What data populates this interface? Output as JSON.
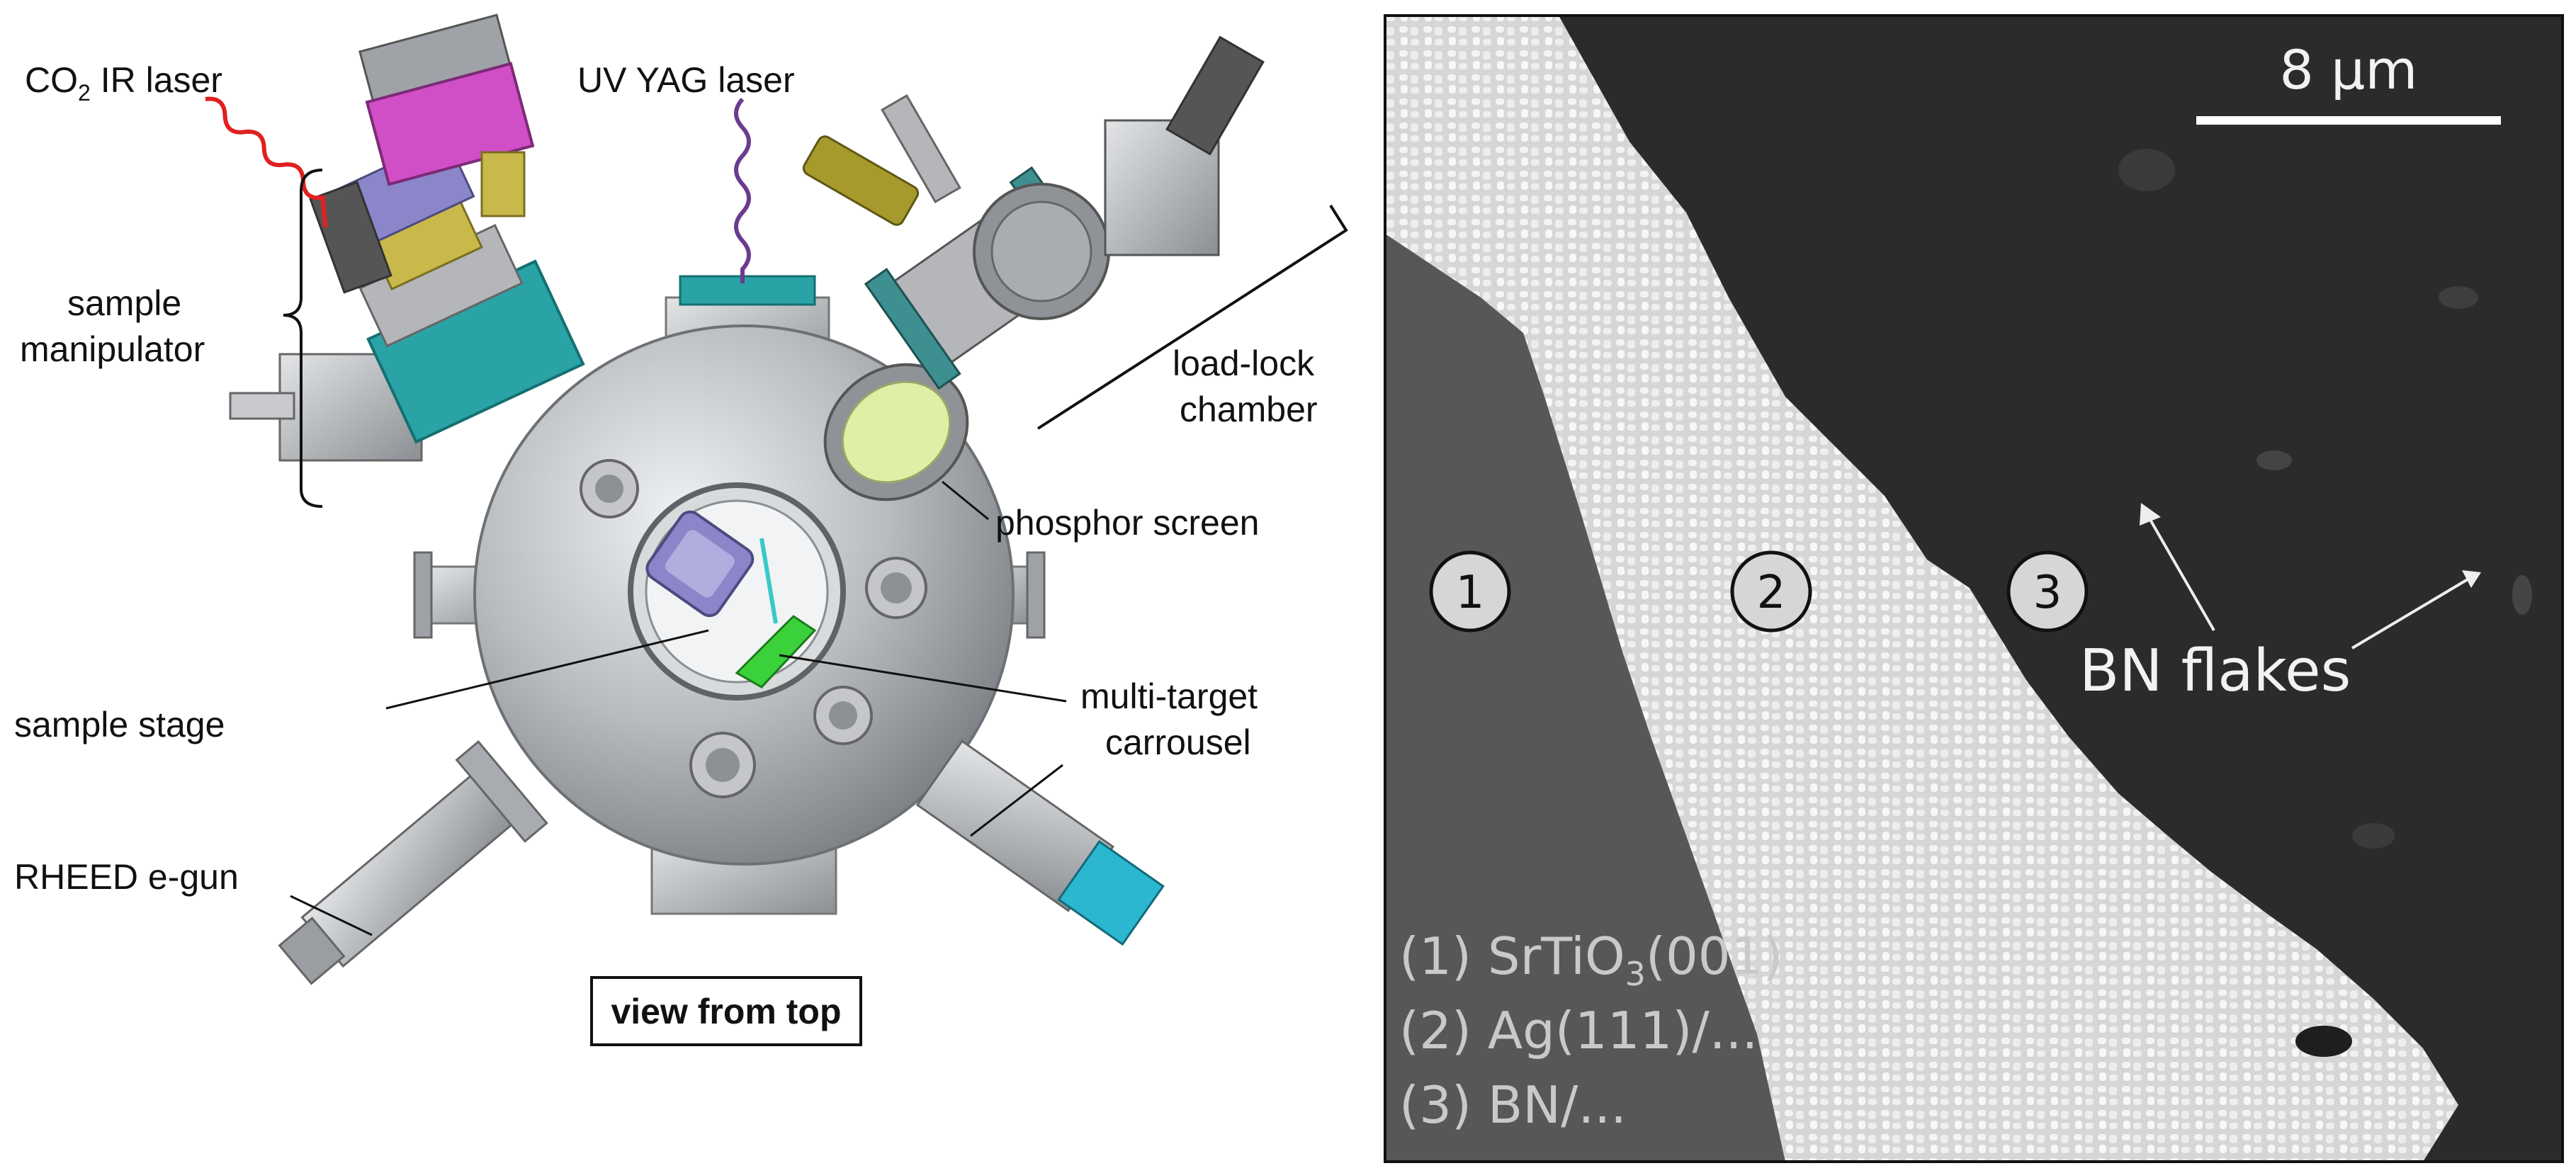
{
  "left_panel": {
    "labels": {
      "co2_laser_prefix": "CO",
      "co2_laser_sub": "2",
      "co2_laser_suffix": " IR laser",
      "uv_laser": "UV YAG laser",
      "sample_manipulator_1": "sample",
      "sample_manipulator_2": "manipulator",
      "load_lock_1": "load-lock",
      "load_lock_2": "chamber",
      "phosphor_screen": "phosphor screen",
      "sample_stage": "sample stage",
      "multi_target_1": "multi-target",
      "multi_target_2": "carrousel",
      "rheed": "RHEED e-gun",
      "view": "view from top"
    },
    "colors": {
      "chamber": "#b5b7ba",
      "magenta_part": "#d14fc6",
      "teal_flange": "#2aa3a6",
      "yellow_part": "#c9b94a",
      "purple_stage": "#8a86c9",
      "green_targets": "#3bd13b",
      "cyan_gun": "#2ab7cf",
      "phosphor": "#dff0a6",
      "co2_wave": "#e02020",
      "uv_wave": "#6b3b8f"
    }
  },
  "right_panel": {
    "scale_bar": "8 µm",
    "regions": [
      "1",
      "2",
      "3"
    ],
    "bn_flakes": "BN flakes",
    "legend": {
      "l1_prefix": "(1) SrTiO",
      "l1_sub": "3",
      "l1_suffix": "(001)",
      "l2": "(2) Ag(111)/...",
      "l3": "(3) BN/..."
    },
    "colors": {
      "dark_region": "#2a2a2a",
      "mid_region": "#555555",
      "bright_region": "#e4e4e4"
    }
  }
}
